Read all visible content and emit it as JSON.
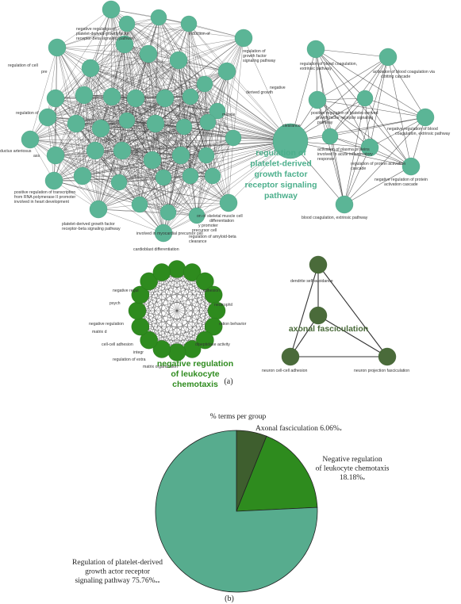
{
  "colors": {
    "teal": "#5BB596",
    "teal_dark": "#4FA88A",
    "teal_text": "#4CAF8C",
    "green": "#2E8B1E",
    "green_text": "#2E8B1E",
    "dark_green": "#4A6B3A",
    "edge": "#333333"
  },
  "panel_a": {
    "label": "(a)",
    "teal_cluster": {
      "hub_label_lines": [
        "regulation of",
        "platelet-derived",
        "growth factor",
        "receptor signaling",
        "pathway"
      ],
      "node_labels": [
        "negative regulation of",
        "platelet-derived growth factor",
        "receptor-beta signaling pathway",
        "induction of",
        "regulation of",
        "growth factor",
        "signaling pathway",
        "regulation of cell",
        "pre",
        "regulation of",
        "ductus arteriosus",
        "ass",
        "negative",
        "derived growth",
        "muscle",
        "clearance",
        "regulation of blood coagulation,",
        "extrinsic pathway",
        "activation of blood coagulation via",
        "clotting cascade",
        "positive regulation of platelet-derived",
        "growth factor receptor signaling",
        "pathway",
        "negative regulation of blood",
        "coagulation, extrinsic pathway",
        "activation of plasma proteins",
        "involved in acute inflammatory",
        "response",
        "regulation of protein activation",
        "cascade",
        "negative regulation of protein",
        "activation cascade",
        "blood coagulation, extrinsic pathway",
        "positive regulation of transcription",
        "from RNA polymerase II promoter",
        "involved in heart development",
        "platelet-derived growth factor",
        "receptor-beta signaling pathway",
        "on of skeletal muscle cell",
        "differentiation",
        "y promoter",
        "precursor cell",
        "involved in myocardial precursor cell",
        "regulation of amyloid-beta",
        "clearance",
        "cardioblast differentiation"
      ]
    },
    "green_cluster": {
      "hub_label_lines": [
        "negative regulation",
        "of leukocyte",
        "chemotaxis"
      ],
      "node_labels": [
        "negative regul",
        "adhesion",
        "psych",
        "neutrophil",
        "negative regulation",
        "ration behavior",
        "matrix d",
        "cell-cell adhesion",
        "dipeptidase activity",
        "integr",
        "regulation of extra",
        "matrix organization"
      ]
    },
    "dark_cluster": {
      "hub_label": "axonal fasciculation",
      "node_labels": [
        "dendrite self-avoidance",
        "neuron cell-cell adhesion",
        "neuron projection fasciculation"
      ]
    }
  },
  "panel_b": {
    "label": "(b)",
    "title": "% terms per group",
    "slices": [
      {
        "name_lines": [
          "Axonal fasciculation 6.06%",
          "*"
        ],
        "percent": 6.06,
        "color": "#3E5E2E"
      },
      {
        "name_lines": [
          "Negative regulation",
          "of leukocyte chemotaxis",
          "18.18%",
          "*"
        ],
        "percent": 18.18,
        "color": "#2E8B1E"
      },
      {
        "name_lines": [
          "Regulation of platelet-derived",
          "growth actor receptor",
          "signaling pathway 75.76%",
          "**"
        ],
        "percent": 75.76,
        "color": "#57AC8E"
      }
    ]
  },
  "chart_data": {
    "type": "pie",
    "title": "% terms per group",
    "categories": [
      "Axonal fasciculation",
      "Negative regulation of leukocyte chemotaxis",
      "Regulation of platelet-derived growth actor receptor signaling pathway"
    ],
    "values": [
      6.06,
      18.18,
      75.76
    ]
  }
}
